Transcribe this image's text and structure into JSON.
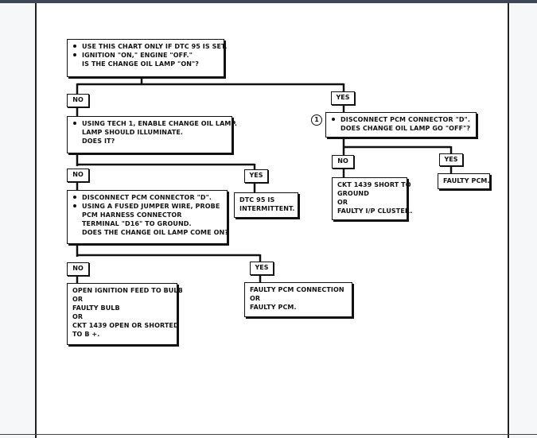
{
  "flowchart": {
    "start": {
      "bullets": [
        "USE THIS CHART ONLY IF DTC 95 IS SET.",
        "IGNITION \"ON,\" ENGINE \"OFF.\""
      ],
      "question": "IS THE CHANGE OIL LAMP \"ON\"?"
    },
    "no_label": "NO",
    "yes_label": "YES",
    "tech1": {
      "bullets": [
        "USING TECH 1, ENABLE CHANGE OIL LAMP."
      ],
      "lines": [
        "LAMP SHOULD ILLUMINATE.",
        "DOES IT?"
      ]
    },
    "step1_marker": "1",
    "disconnect_right": {
      "bullets": [
        "DISCONNECT PCM CONNECTOR \"D\"."
      ],
      "question": "DOES CHANGE OIL LAMP GO \"OFF\"?"
    },
    "short_result": {
      "lines": [
        "CKT 1439 SHORT TO",
        "GROUND",
        "OR",
        "FAULTY I/P CLUSTER."
      ]
    },
    "faulty_pcm": "FAULTY PCM.",
    "intermittent": {
      "lines": [
        "DTC 95 IS",
        "INTERMITTENT."
      ]
    },
    "disconnect_left": {
      "bullets": [
        "DISCONNECT PCM CONNECTOR \"D\".",
        "USING A FUSED JUMPER WIRE, PROBE"
      ],
      "lines": [
        "PCM HARNESS CONNECTOR",
        "TERMINAL \"D16\" TO GROUND."
      ],
      "question": "DOES THE CHANGE OIL LAMP COME ON?"
    },
    "open_result": {
      "lines": [
        "OPEN IGNITION FEED TO BULB",
        "OR",
        "FAULTY BULB",
        "OR",
        "CKT 1439 OPEN OR SHORTED",
        "TO B +."
      ]
    },
    "connection_result": {
      "lines": [
        "FAULTY PCM CONNECTION",
        "OR",
        "FAULTY PCM."
      ]
    }
  }
}
